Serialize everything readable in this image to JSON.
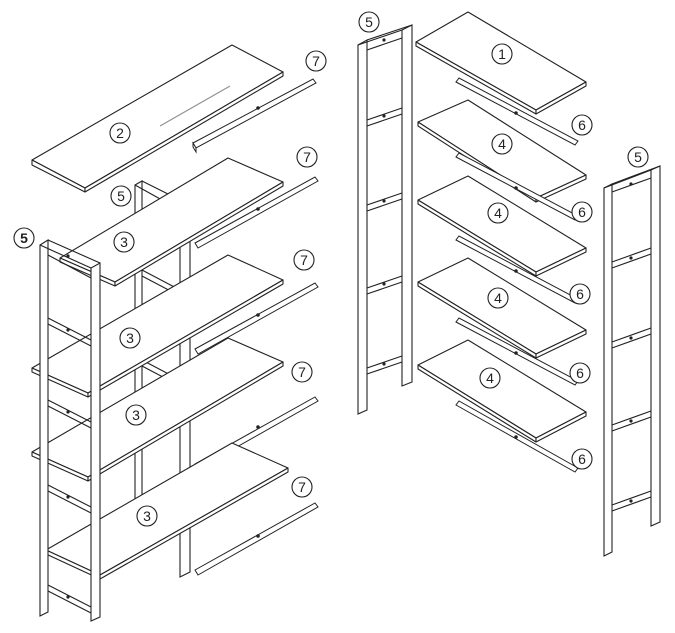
{
  "callouts": {
    "c1": "1",
    "c2": "2",
    "c3a": "3",
    "c3b": "3",
    "c3c": "3",
    "c3d": "3",
    "c4a": "4",
    "c4b": "4",
    "c4c": "4",
    "c4d": "4",
    "c5a": "5",
    "c5b": "5",
    "c5c": "5",
    "c5d": "5",
    "c6a": "6",
    "c6b": "6",
    "c6c": "6",
    "c6d": "6",
    "c6e": "6",
    "c7a": "7",
    "c7b": "7",
    "c7c": "7",
    "c7d": "7",
    "c7e": "7"
  },
  "colors": {
    "line": "#222222",
    "background": "#ffffff"
  },
  "labels": {
    "marker_7": "7",
    "marker_6": "6",
    "marker_5": "5"
  }
}
